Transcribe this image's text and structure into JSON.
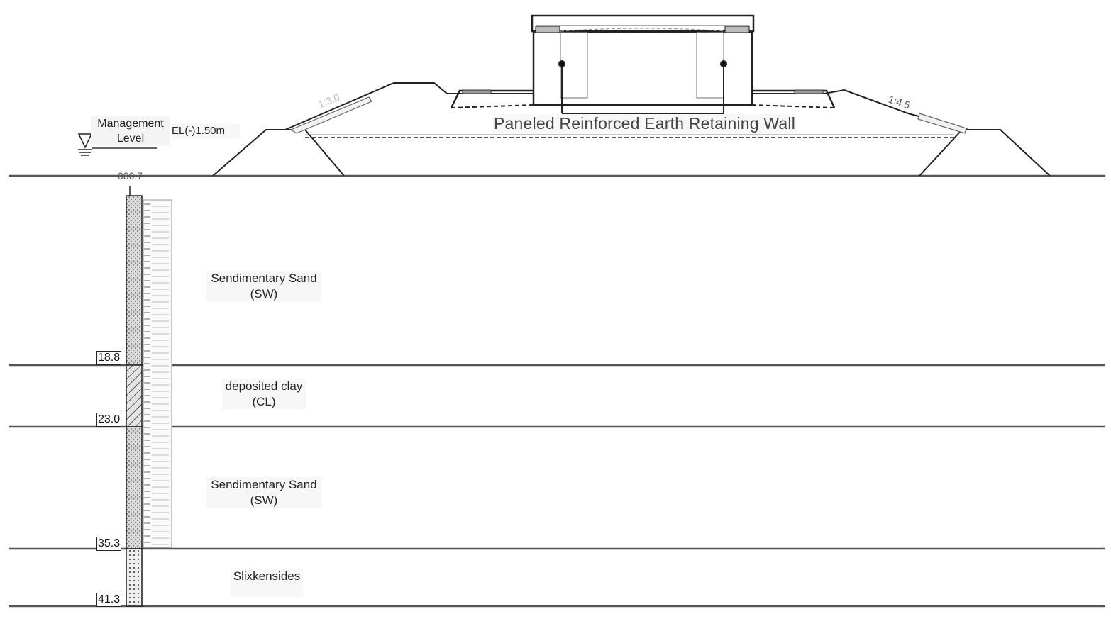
{
  "diagram": {
    "title": "Paneled Reinforced Earth Retaining Wall",
    "water_level": {
      "label_line1": "Management",
      "label_line2": "Level",
      "elevation": "EL(-)1.50m"
    },
    "borehole": {
      "top_label": "000.7"
    },
    "slopes": {
      "left": "1:3.0",
      "right": "1:4.5"
    },
    "layers": [
      {
        "name": "Sendimentary Sand",
        "code": "(SW)",
        "bottom_depth": "18.8"
      },
      {
        "name": "deposited clay",
        "code": "(CL)",
        "bottom_depth": "23.0"
      },
      {
        "name": "Sendimentary Sand",
        "code": "(SW)",
        "bottom_depth": "35.3"
      },
      {
        "name": "Slixkensides",
        "code": "",
        "bottom_depth": "41.3"
      }
    ]
  }
}
